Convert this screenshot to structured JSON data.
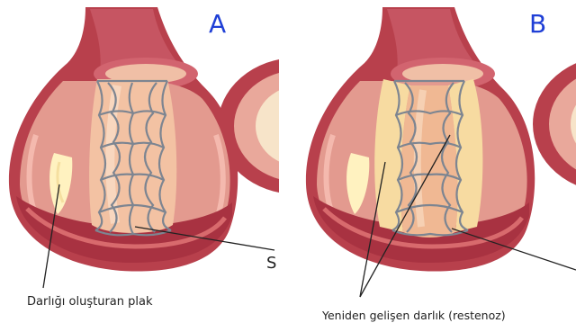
{
  "panels": [
    {
      "letter": "A",
      "caption": "Darlığı oluşturan plak",
      "edge_label": "S"
    },
    {
      "letter": "B",
      "caption": "Yeniden gelişen darlık (restenoz)"
    }
  ],
  "colors": {
    "letter": "#1f3fd6",
    "artery_outer": "#b8404c",
    "artery_wall": "#e39a8f",
    "lumen": "#f3c2a3",
    "plaque": "#fff2c0",
    "stent": "#7d8591",
    "restenosis": "#f7dba1"
  }
}
